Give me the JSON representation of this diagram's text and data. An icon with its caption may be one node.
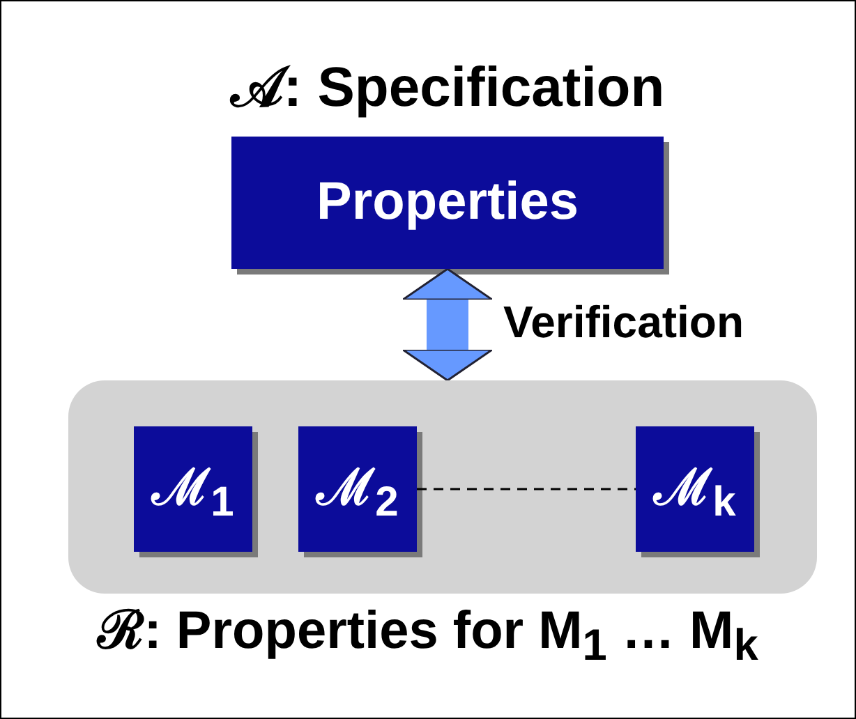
{
  "diagram": {
    "nodes": [
      {
        "text": [
          "𝒜: Specification",
          "Properties"
        ]
      },
      {
        "text": [
          "ℛ: Properties for M$_{1}$ … M$_{k}$"
        ]
      },
      {
        "text": [
          "ℳ$_{1}$"
        ],
        "in": 1
      },
      {
        "text": [
          "ℳ$_{2}$"
        ],
        "in": 1
      },
      {
        "text": [
          "ℳ$_{k}$"
        ],
        "in": 1
      }
    ],
    "edges": [
      {
        "from": 0,
        "to": 1,
        "arrow": "both",
        "label": "Verification",
        "style": "thick",
        "color": "#6699ff"
      },
      {
        "from": 3,
        "to": 4,
        "arrow": "none",
        "style": "dashed",
        "color": "#000000"
      }
    ]
  }
}
